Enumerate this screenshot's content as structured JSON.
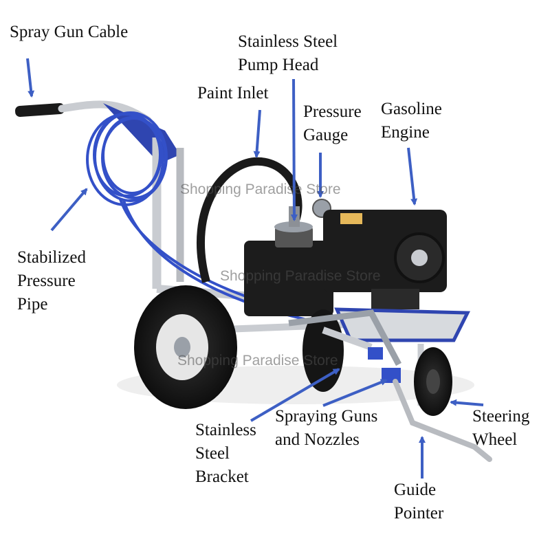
{
  "labels": {
    "spray_gun_cable": "Spray Gun Cable",
    "pump_head": "Stainless Steel\nPump Head",
    "paint_inlet": "Paint Inlet",
    "pressure_gauge": "Pressure\nGauge",
    "gasoline_engine": "Gasoline\nEngine",
    "stabilized_pipe": "Stabilized\nPressure\nPipe",
    "steel_bracket": "Stainless\nSteel\nBracket",
    "spray_guns": "Spraying Guns\nand Nozzles",
    "steering_wheel": "Steering\nWheel",
    "guide_pointer": "Guide\nPointer"
  },
  "watermark": "Shopping Paradise Store",
  "colors": {
    "arrow": "#3d5fc4",
    "frame_blue": "#2f45b0",
    "hose_blue": "#3350c8",
    "steel": "#c9ccd1",
    "engine_black": "#1c1c1c",
    "tire_black": "#151515",
    "hub_white": "#e6e6e6"
  }
}
